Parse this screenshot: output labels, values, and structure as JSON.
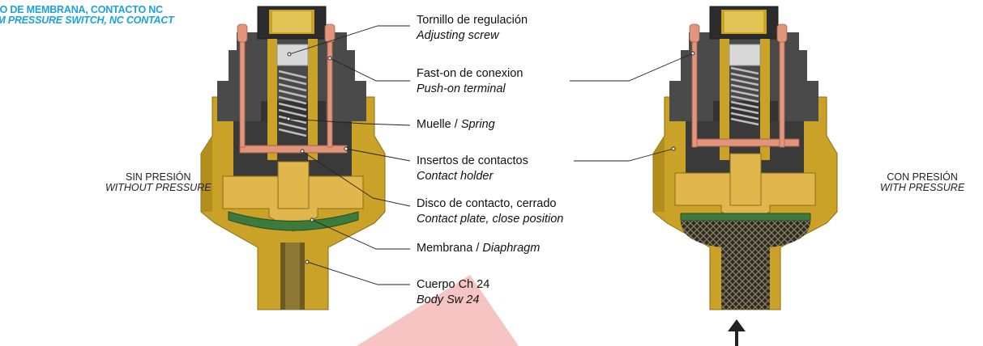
{
  "title": {
    "line1": "TATO DE MEMBRANA, CONTACTO NC",
    "line2": "AGM PRESSURE SWITCH, NC CONTACT"
  },
  "left_state": {
    "line1": "SIN PRESIÓN",
    "line2": "WITHOUT PRESSURE"
  },
  "right_state": {
    "line1": "CON PRESIÓN",
    "line2": "WITH PRESSURE"
  },
  "callouts": [
    {
      "es": "Tornillo de regulación",
      "en": "Adjusting screw"
    },
    {
      "es": "Fast-on de conexion",
      "en": "Push-on terminal"
    },
    {
      "es": "Muelle / ",
      "en": "Spring"
    },
    {
      "es": "Insertos de contactos",
      "en": "Contact holder"
    },
    {
      "es": "Disco de contacto, cerrado",
      "en": "Contact plate, close position"
    },
    {
      "es": "Membrana / ",
      "en": "Diaphragm"
    },
    {
      "es": "Cuerpo Ch 24",
      "en": "Body Sw 24"
    }
  ],
  "colors": {
    "title": "#1aa3dc",
    "brass": "#c9a227",
    "plastic": "#4a4a4a",
    "copper": "#e0957c",
    "diaphragm": "#3d7a3d",
    "watermark": "#f4b0b0"
  }
}
